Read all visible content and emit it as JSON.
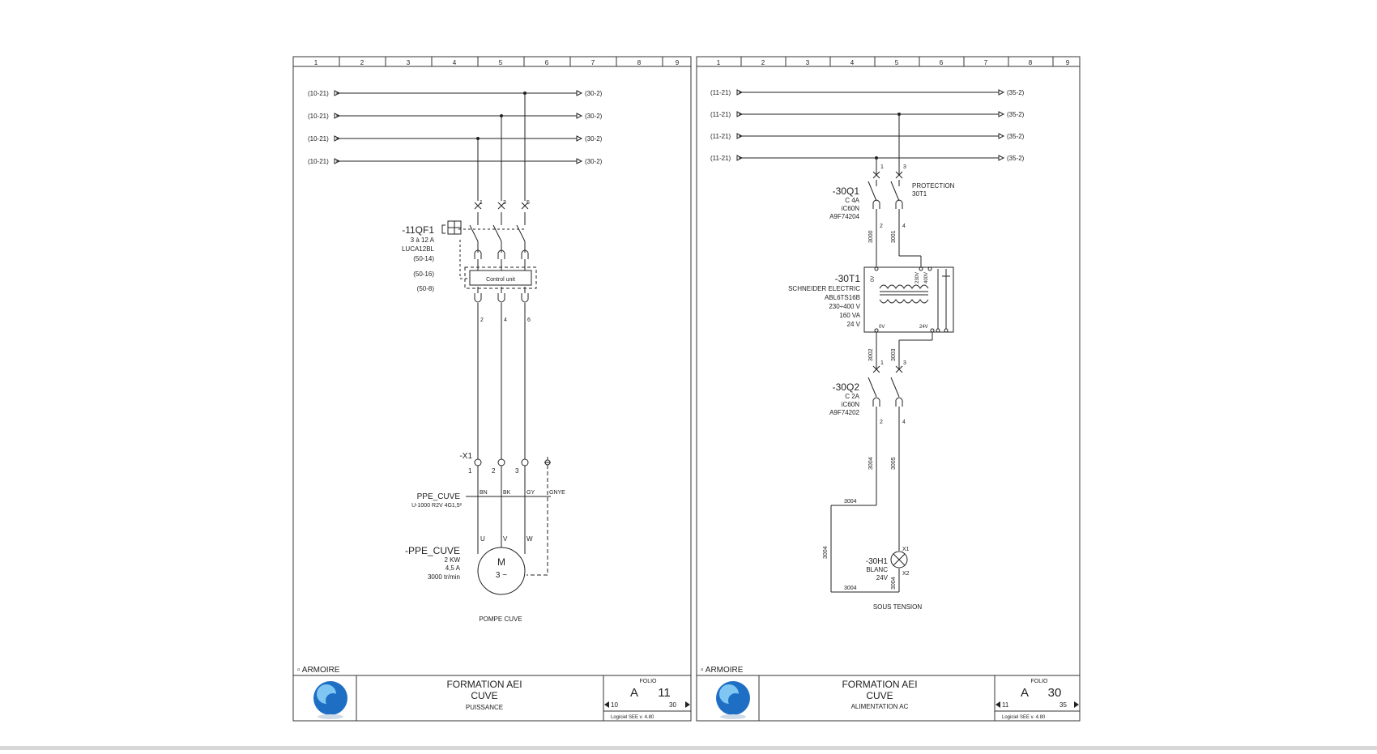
{
  "pages": [
    {
      "columns": [
        "1",
        "2",
        "3",
        "4",
        "5",
        "6",
        "7",
        "8",
        "9"
      ],
      "refs_in": [
        "(10-21)",
        "(10-21)",
        "(10-21)",
        "(10-21)"
      ],
      "refs_out": [
        "(30-2)",
        "(30-2)",
        "(30-2)",
        "(30-2)"
      ],
      "breaker": {
        "tag": "-11QF1",
        "specs": [
          "3 à 12 A",
          "LUCA12BL"
        ],
        "cross_refs": [
          "(50-14)",
          "(50-16)",
          "(50-8)"
        ],
        "pins_top": [
          "1",
          "3",
          "5"
        ],
        "pins_bottom": [
          "2",
          "4",
          "6"
        ],
        "control_unit": "Control unit"
      },
      "terminal": {
        "tag": "-X1",
        "pins": [
          "1",
          "2",
          "3"
        ]
      },
      "cable": {
        "tag": "PPE_CUVE",
        "spec": "U-1000 R2V 4G1,5²",
        "cores": [
          "BN",
          "BK",
          "GY",
          "GNYE"
        ]
      },
      "motor": {
        "tag": "-PPE_CUVE",
        "specs": [
          "2 KW",
          "4,5 A",
          "3000 tr/min"
        ],
        "phases": [
          "U",
          "V",
          "W"
        ],
        "symbol_top": "M",
        "symbol_bottom": "3 ~"
      },
      "function_label": "POMPE CUVE",
      "location": "ARMOIRE",
      "title_block": {
        "title": "FORMATION AEI",
        "subtitle": "CUVE",
        "description": "PUISSANCE",
        "folio_label": "FOLIO",
        "sheet": "A",
        "folio": "11",
        "prev": "10",
        "next": "30",
        "software": "Logiciel SEE v. 4.80"
      }
    },
    {
      "columns": [
        "1",
        "2",
        "3",
        "4",
        "5",
        "6",
        "7",
        "8",
        "9"
      ],
      "refs_in": [
        "(11-21)",
        "(11-21)",
        "(11-21)",
        "(11-21)"
      ],
      "refs_out": [
        "(35-2)",
        "(35-2)",
        "(35-2)",
        "(35-2)"
      ],
      "breaker1": {
        "tag": "-30Q1",
        "specs": [
          "C   4A",
          "iC60N",
          "A9F74204"
        ],
        "pins_top": [
          "1",
          "3"
        ],
        "pins_bottom": [
          "2",
          "4"
        ],
        "note": [
          "PROTECTION",
          "30T1"
        ]
      },
      "wires_a": [
        "3000",
        "3001"
      ],
      "transformer": {
        "tag": "-30T1",
        "specs": [
          "SCHNEIDER ELECTRIC",
          "ABL6TS16B",
          "230÷400 V",
          "160 VA",
          "24 V"
        ],
        "primary_taps": [
          "0V",
          "230V",
          "400V"
        ],
        "secondary_taps": [
          "0V",
          "24V"
        ]
      },
      "wires_b": [
        "3002",
        "3003"
      ],
      "breaker2": {
        "tag": "-30Q2",
        "specs": [
          "C   2A",
          "iC60N",
          "A9F74202"
        ],
        "pins_top": [
          "1",
          "3"
        ],
        "pins_bottom": [
          "2",
          "4"
        ]
      },
      "wires_c": [
        "3004",
        "3005",
        "3004",
        "3004",
        "3004",
        "3004"
      ],
      "lamp": {
        "tag": "-30H1",
        "specs": [
          "BLANC",
          "24V"
        ],
        "pins": [
          "X1",
          "X2"
        ]
      },
      "function_label": "SOUS TENSION",
      "location": "ARMOIRE",
      "title_block": {
        "title": "FORMATION AEI",
        "subtitle": "CUVE",
        "description": "ALIMENTATION AC",
        "folio_label": "FOLIO",
        "sheet": "A",
        "folio": "30",
        "prev": "11",
        "next": "35",
        "software": "Logiciel SEE v. 4.80"
      }
    }
  ],
  "colors": {
    "line": "#222222",
    "frame": "#333333",
    "logo_blue": "#1e6fc4",
    "logo_light": "#7fc6f2"
  }
}
